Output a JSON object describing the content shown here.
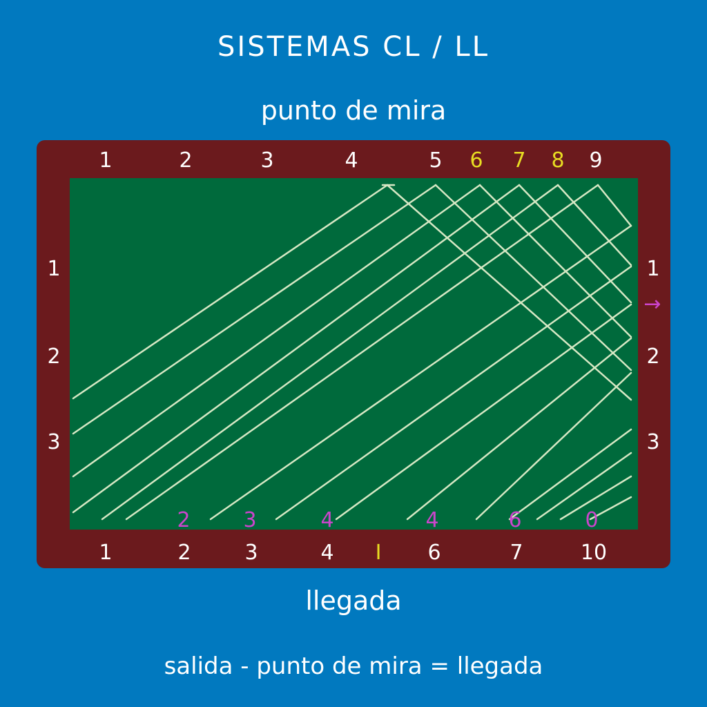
{
  "title": "SISTEMAS CL / LL",
  "subtitle": "punto de mira",
  "caption": "llegada",
  "formula": "salida - punto de mira = llegada",
  "colors": {
    "background": "#0179bf",
    "frame": "#6b1a1d",
    "field": "#006a3c",
    "lines": "#d6e8c4",
    "white": "#ffffff",
    "yellow": "#e8dd22",
    "magenta": "#cc44cc"
  },
  "top_numbers": [
    {
      "label": "1",
      "color": "white"
    },
    {
      "label": "2",
      "color": "white"
    },
    {
      "label": "3",
      "color": "white"
    },
    {
      "label": "4",
      "color": "white"
    },
    {
      "label": "5",
      "color": "white"
    },
    {
      "label": "6",
      "color": "yellow"
    },
    {
      "label": "7",
      "color": "yellow"
    },
    {
      "label": "8",
      "color": "yellow"
    },
    {
      "label": "9",
      "color": "white"
    }
  ],
  "left_numbers": [
    "1",
    "2",
    "3"
  ],
  "right_numbers": [
    "1",
    "2",
    "3"
  ],
  "right_arrow": {
    "symbol": "→",
    "color": "magenta"
  },
  "bottom_numbers": [
    {
      "label": "1",
      "color": "white"
    },
    {
      "label": "2",
      "color": "white"
    },
    {
      "label": "3",
      "color": "white"
    },
    {
      "label": "4",
      "color": "white"
    },
    {
      "label": "I",
      "color": "yellow"
    },
    {
      "label": "6",
      "color": "white"
    },
    {
      "label": "7",
      "color": "white"
    },
    {
      "label": "10",
      "color": "white"
    }
  ],
  "inner_bottom_numbers": [
    {
      "label": "2",
      "color": "magenta"
    },
    {
      "label": "3",
      "color": "magenta"
    },
    {
      "label": "4",
      "color": "magenta"
    },
    {
      "label": "4",
      "color": "magenta"
    },
    {
      "label": "6",
      "color": "magenta"
    },
    {
      "label": "0",
      "color": "magenta"
    }
  ]
}
